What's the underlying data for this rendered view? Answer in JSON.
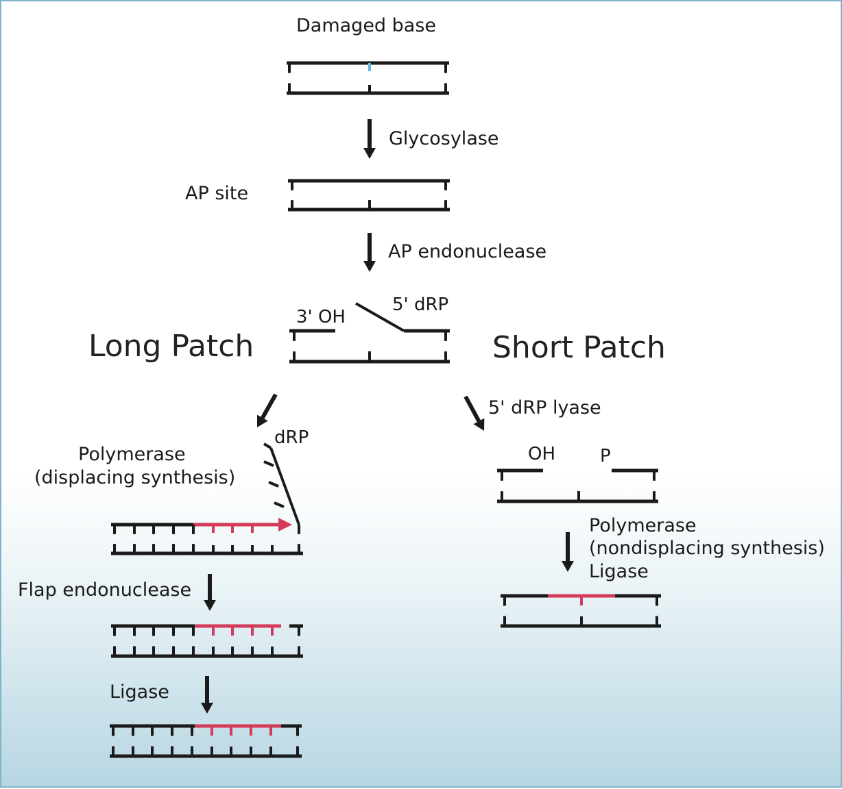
{
  "colors": {
    "strand": "#1a1a1a",
    "new_dna": "#d43a5a",
    "damaged": "#6ab7e6",
    "background_bottom": "#b7d6e2",
    "frame": "#7fb3c8"
  },
  "labels": {
    "damaged_base": "Damaged base",
    "glycosylase": "Glycosylase",
    "ap_site": "AP site",
    "ap_endonuclease": "AP endonuclease",
    "three_oh": "3' OH",
    "five_drp": "5' dRP",
    "long_patch": "Long Patch",
    "short_patch": "Short Patch",
    "drp_lyase": "5' dRP lyase",
    "drp": "dRP",
    "polymerase_long": "Polymerase",
    "displacing": "(displacing synthesis)",
    "oh": "OH",
    "p": "P",
    "polymerase_short": "Polymerase",
    "nondisplacing": "(nondisplacing synthesis)",
    "ligase_short": "Ligase",
    "flap_endonuclease": "Flap endonuclease",
    "ligase_long": "Ligase"
  }
}
